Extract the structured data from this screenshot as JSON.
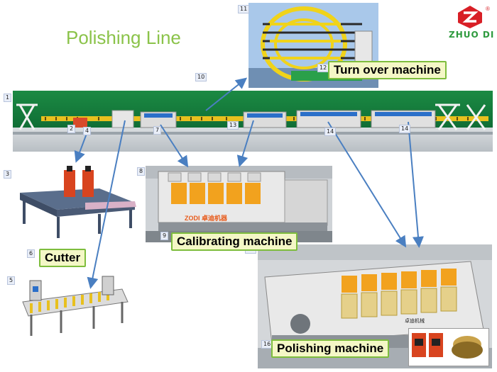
{
  "title": "Polishing Line",
  "logo": {
    "text": "ZHUO DI",
    "mark": "®",
    "color": "#d81f26"
  },
  "labels": {
    "turnover": "Turn over machine",
    "cutter": "Cutter",
    "calibrating": "Calibrating machine",
    "polishing": "Polishing machine"
  },
  "numbers": {
    "n1": "1",
    "n2": "2",
    "n3": "3",
    "n4": "4",
    "n5": "5",
    "n6": "6",
    "n7": "7",
    "n8": "8",
    "n9": "9",
    "n10": "10",
    "n11": "11",
    "n12": "12",
    "n13": "13",
    "n14a": "14",
    "n14b": "14",
    "n15": "15",
    "n16": "16"
  },
  "machine_text": {
    "zodi": "ZODI 卓迪机器",
    "plate": "卓迪机械"
  },
  "colors": {
    "arrow": "#4a7fc1",
    "green_line": "#8bc34a",
    "label_border": "#7ebd3d"
  }
}
